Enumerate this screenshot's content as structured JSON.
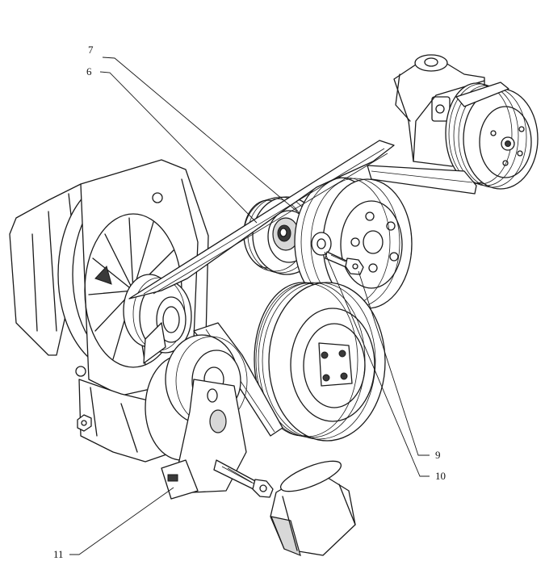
{
  "callouts": {
    "c7": "7",
    "c6": "6",
    "c9": "9",
    "c10": "10",
    "c11": "11"
  },
  "colors": {
    "line": "#1a1a1a",
    "background": "#ffffff",
    "shade": "#d8d8d8"
  }
}
